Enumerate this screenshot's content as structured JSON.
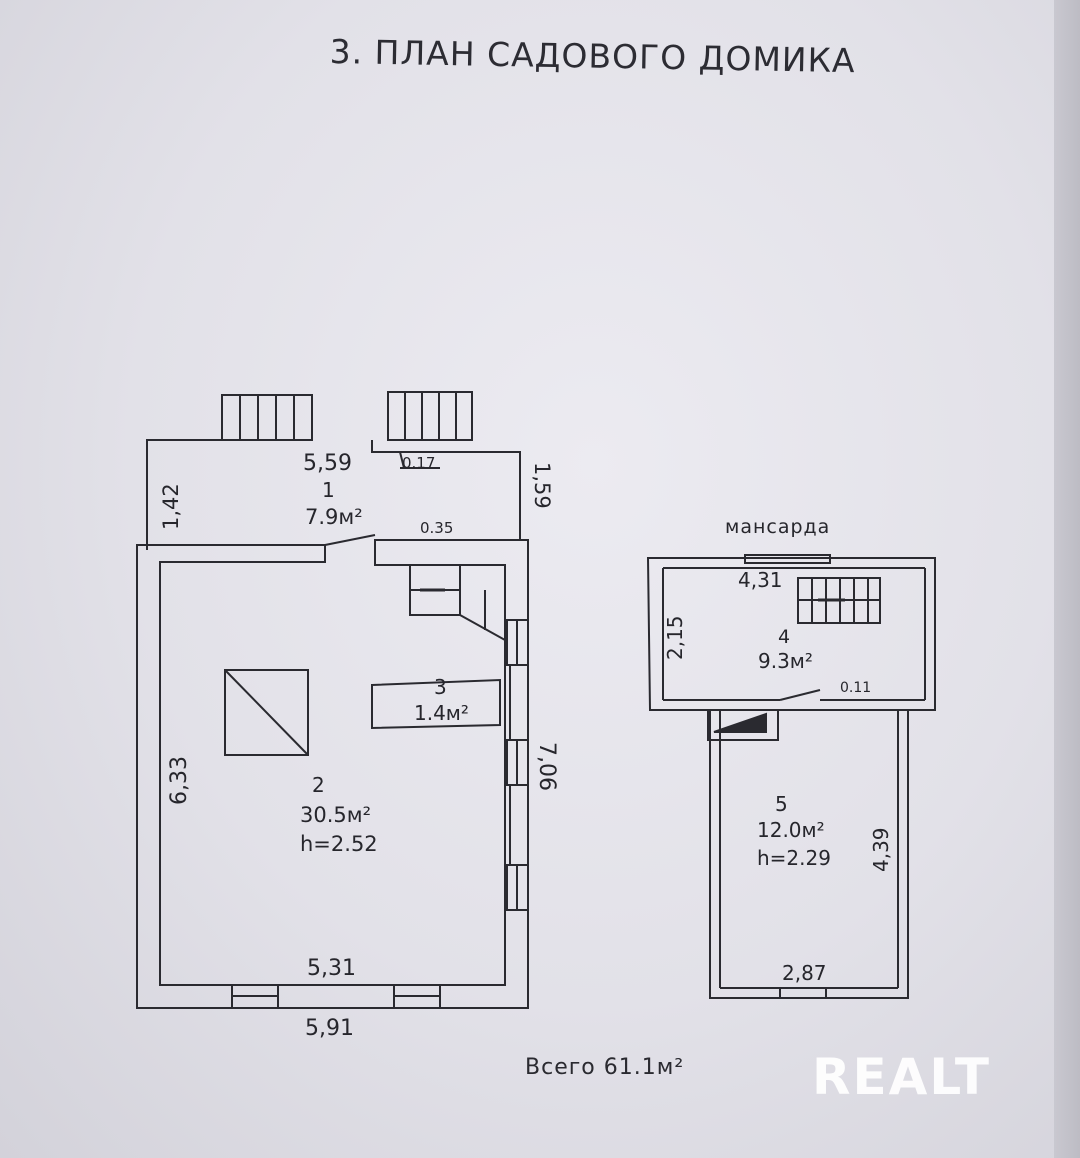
{
  "title": "3. ПЛАН САДОВОГО ДОМИКА",
  "ground_floor": {
    "dims": {
      "top_width": "5,59",
      "porch_depth_left": "1,42",
      "porch_depth_right": "1,59",
      "step_width": "0.17",
      "door_gap": "0.35",
      "left_height": "6,33",
      "right_height": "7,06",
      "inner_width": "5,31",
      "outer_width": "5,91"
    },
    "rooms": [
      {
        "number": "1",
        "area": "7.9м²"
      },
      {
        "number": "2",
        "area": "30.5м²",
        "height": "h=2.52"
      },
      {
        "number": "3",
        "area": "1.4м²"
      }
    ]
  },
  "attic": {
    "label": "мансарда",
    "dims": {
      "top_width": "4,31",
      "left_height": "2,15",
      "door_gap": "0.11",
      "right_height": "4,39",
      "bottom_width": "2,87"
    },
    "rooms": [
      {
        "number": "4",
        "area": "9.3м²"
      },
      {
        "number": "5",
        "area": "12.0м²",
        "height": "h=2.29"
      }
    ]
  },
  "total": "Всего 61.1м²",
  "watermark": "REALT"
}
